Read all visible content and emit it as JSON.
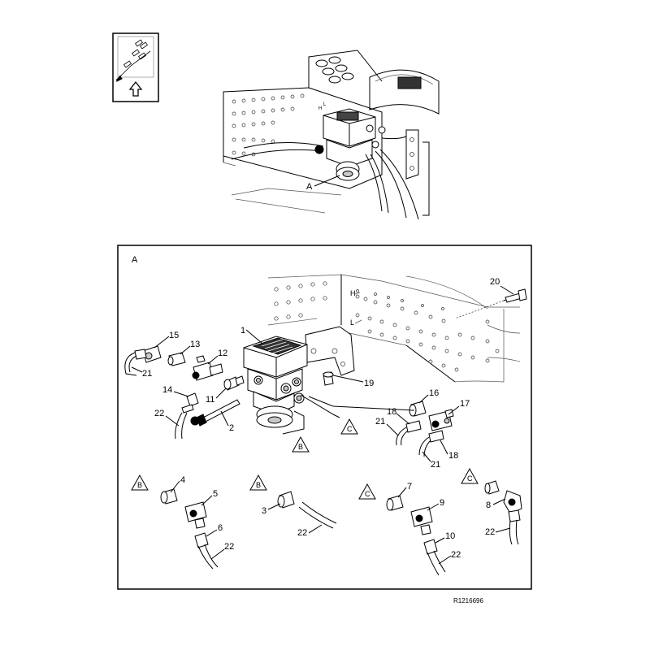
{
  "overview": {
    "callout": "A"
  },
  "detail": {
    "panel_label": "A",
    "bracket_markers": [
      "H",
      "L"
    ],
    "part_numbers": [
      "1",
      "2",
      "3",
      "4",
      "5",
      "6",
      "7",
      "8",
      "9",
      "10",
      "11",
      "12",
      "13",
      "14",
      "15",
      "16",
      "17",
      "18",
      "19",
      "20",
      "21",
      "22"
    ],
    "view_markers": [
      "B",
      "C"
    ]
  },
  "reference": "R1216696",
  "colors": {
    "line": "#000000",
    "shade": "#c8c8c8",
    "background": "#ffffff"
  },
  "icons": [
    "view-direction-icon",
    "up-arrow-icon"
  ]
}
